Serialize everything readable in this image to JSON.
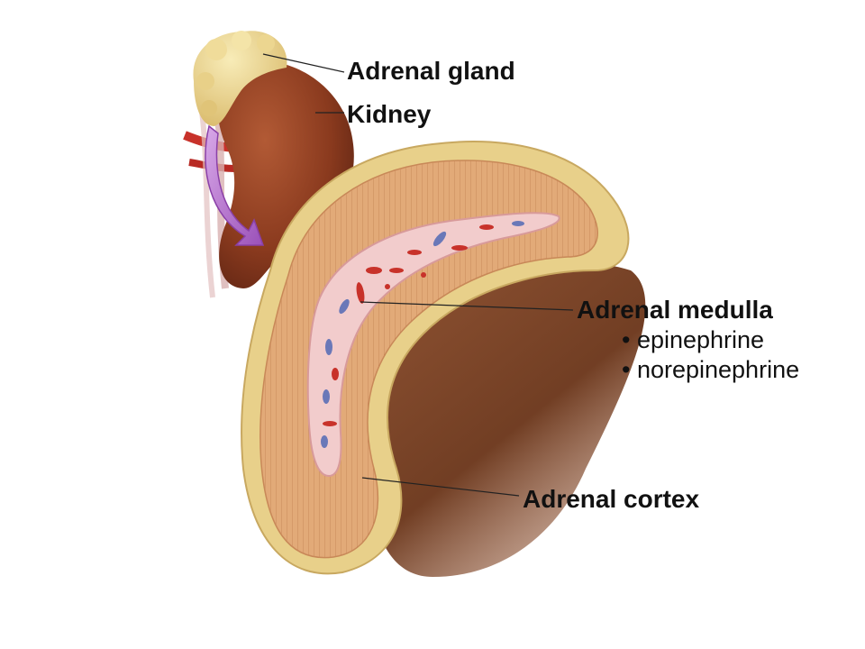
{
  "labels": {
    "adrenal_gland": "Adrenal gland",
    "kidney": "Kidney",
    "adrenal_medulla": "Adrenal medulla",
    "medulla_items": [
      "• epinephrine",
      "• norepinephrine"
    ],
    "adrenal_cortex": "Adrenal cortex"
  },
  "colors": {
    "kidney": "#8a3a1e",
    "adrenal_fat": "#e6d08a",
    "cortex": "#e0a878",
    "medulla": "#f0c8c8",
    "artery": "#c8322a",
    "vein": "#6a78b8",
    "arrow": "#b070c8"
  }
}
